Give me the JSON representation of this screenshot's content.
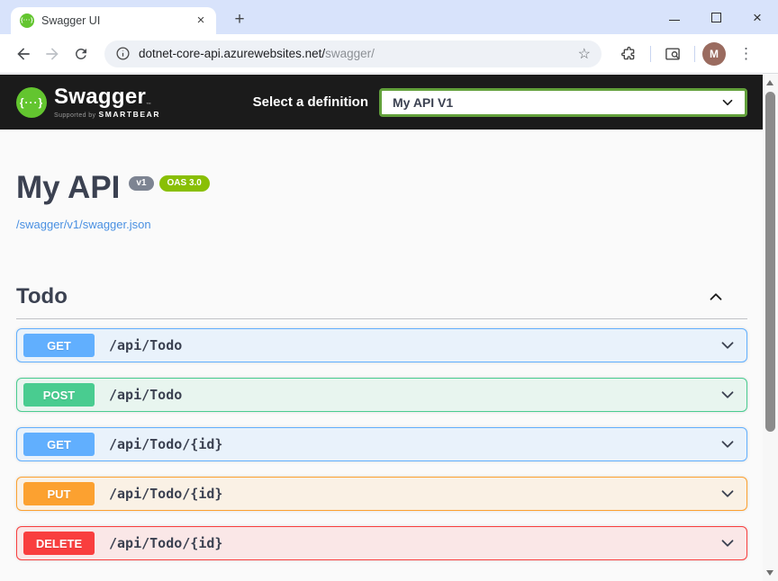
{
  "browser": {
    "tab_title": "Swagger UI",
    "address": {
      "host": "dotnet-core-api.azurewebsites.net",
      "path": "swagger/"
    },
    "profile_initial": "M"
  },
  "icons": {
    "swagger_logo_glyph": "{···}",
    "close_tab": "×",
    "new_tab": "+",
    "star": "☆",
    "overflow_menu": "⋮",
    "close_window": "×"
  },
  "topbar": {
    "logo_text": "Swagger",
    "logo_tm": "™",
    "supported_by": "Supported by",
    "supported_brand": "SMARTBEAR",
    "select_label": "Select a definition",
    "selected_value": "My API V1"
  },
  "info": {
    "title": "My API",
    "version_badge": "v1",
    "oas_badge": "OAS 3.0",
    "spec_url": "/swagger/v1/swagger.json"
  },
  "tag": {
    "name": "Todo"
  },
  "operations": [
    {
      "method": "GET",
      "path": "/api/Todo"
    },
    {
      "method": "POST",
      "path": "/api/Todo"
    },
    {
      "method": "GET",
      "path": "/api/Todo/{id}"
    },
    {
      "method": "PUT",
      "path": "/api/Todo/{id}"
    },
    {
      "method": "DELETE",
      "path": "/api/Todo/{id}"
    }
  ],
  "colors": {
    "get": "#61affe",
    "post": "#49cc90",
    "put": "#fca130",
    "delete": "#f93e3e",
    "oas_badge_bg": "#89bf04",
    "version_badge_bg": "#7d8492",
    "link": "#4990e2",
    "topbar_bg": "#1b1b1b",
    "logo_green": "#63c52f",
    "select_border": "#62a03b",
    "avatar_bg": "#9a6b5f",
    "page_bg": "#fafafa"
  }
}
